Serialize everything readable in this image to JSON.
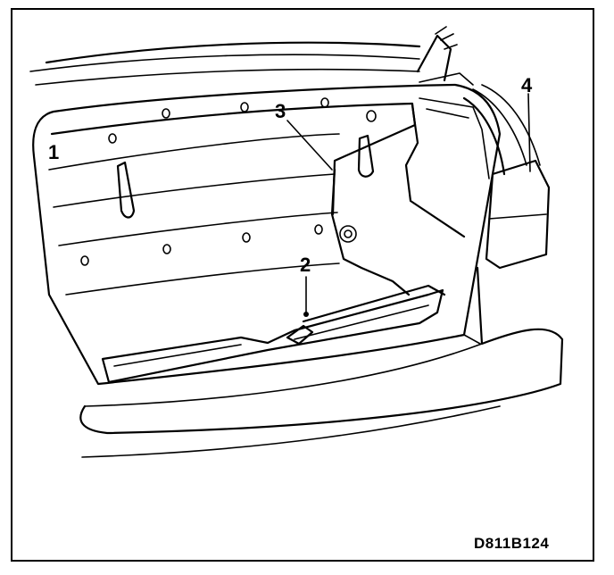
{
  "figure": {
    "code": "D811B124",
    "callouts": [
      {
        "id": "1",
        "label": "1"
      },
      {
        "id": "2",
        "label": "2"
      },
      {
        "id": "3",
        "label": "3"
      },
      {
        "id": "4",
        "label": "4"
      }
    ]
  }
}
